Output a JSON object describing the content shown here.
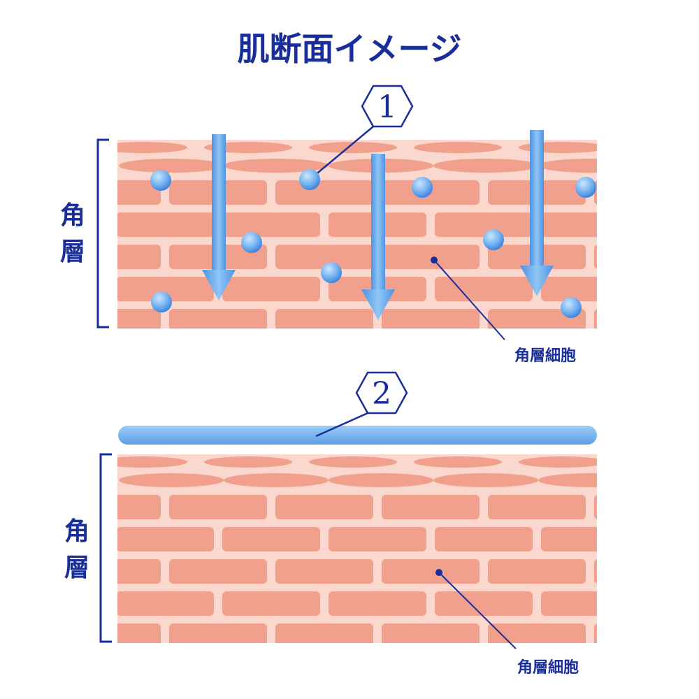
{
  "title": "肌断面イメージ",
  "colors": {
    "navy": "#1a2e9a",
    "brick": "#f0a08c",
    "mortar": "#fbd8cd",
    "water_light": "#b9dcfb",
    "water_mid": "#7bb5f0",
    "water_dark": "#3d86df"
  },
  "panels": [
    {
      "badge": "1",
      "layer_label": "角層",
      "cell_label": "角層細胞"
    },
    {
      "badge": "2",
      "layer_label": "角層",
      "cell_label": "角層細胞"
    }
  ]
}
